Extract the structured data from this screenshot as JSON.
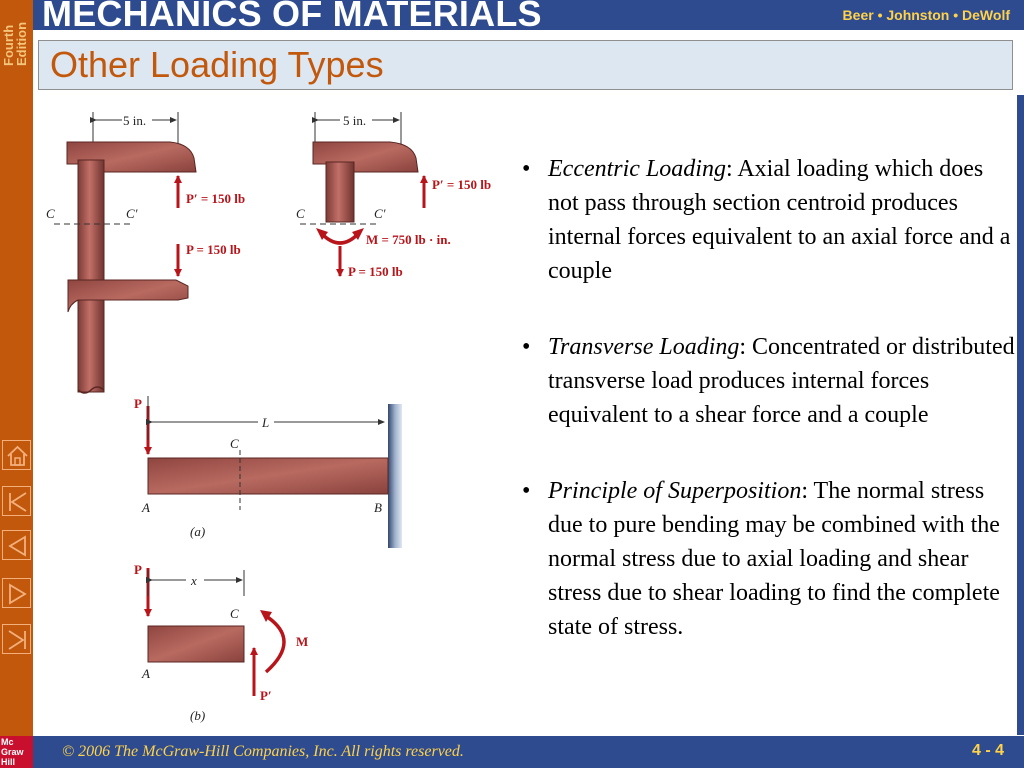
{
  "header": {
    "book_title": "MECHANICS OF MATERIALS",
    "authors": "Beer  •  Johnston  •  DeWolf",
    "edition": [
      "Fourth",
      "Edition"
    ]
  },
  "slide": {
    "title": "Other Loading Types"
  },
  "figures": {
    "clamp_full": {
      "dimension": "5 in.",
      "section_left": "C",
      "section_right": "C′",
      "force_top": "P′ = 150 lb",
      "force_bottom": "P = 150 lb"
    },
    "clamp_section": {
      "dimension": "5 in.",
      "section_left": "C",
      "section_right": "C′",
      "force_top": "P′ = 150 lb",
      "couple": "M = 750 lb · in.",
      "force_bottom": "P = 150 lb"
    },
    "cantilever_a": {
      "load": "P",
      "length": "L",
      "section": "C",
      "end_a": "A",
      "end_b": "B",
      "caption": "(a)"
    },
    "cantilever_b": {
      "load": "P",
      "distance": "x",
      "section": "C",
      "end_a": "A",
      "couple": "M",
      "reaction": "P′",
      "caption": "(b)"
    }
  },
  "bullets": [
    {
      "term": "Eccentric Loading",
      "text": ":  Axial loading which does not pass through section centroid produces internal forces equivalent to an axial force and a couple"
    },
    {
      "term": "Transverse Loading",
      "text": ":  Concentrated or distributed transverse load produces internal forces equivalent to a shear force and a couple"
    },
    {
      "term": "Principle of Superposition",
      "text": ":  The normal stress due to pure bending may be combined with the normal stress due to axial loading and shear stress due to shear loading to find the complete state of stress."
    }
  ],
  "footer": {
    "logo": [
      "Mc",
      "Graw",
      "Hill"
    ],
    "copyright": "© 2006 The McGraw-Hill Companies, Inc. All rights reserved.",
    "page_number": "4 - 4"
  },
  "nav_icons": [
    "home-icon",
    "first-slide-icon",
    "previous-slide-icon",
    "next-slide-icon",
    "last-slide-icon"
  ],
  "colors": {
    "accent_orange": "#c2580c",
    "header_blue": "#2d4b8e",
    "footer_yellow": "#ffd24a",
    "force_red": "#b8151b",
    "member_brown": "#a0524a"
  }
}
